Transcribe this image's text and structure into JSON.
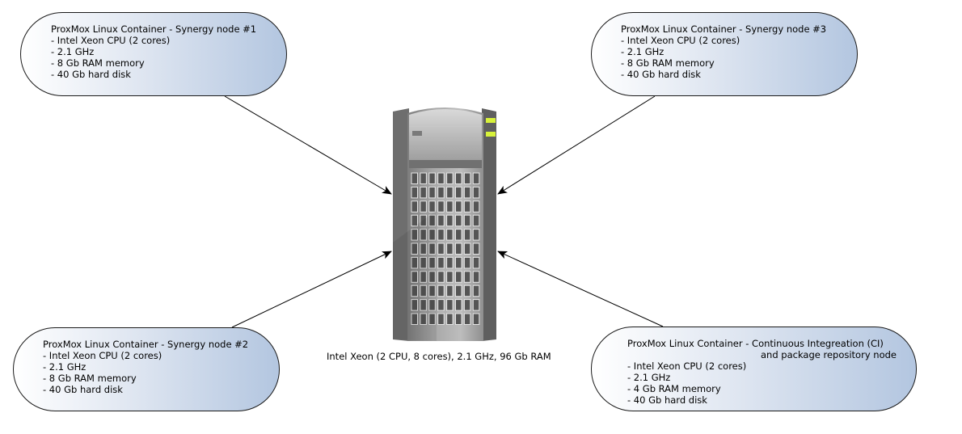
{
  "server": {
    "label": "Intel Xeon (2 CPU, 8 cores), 2.1 GHz, 96 Gb RAM"
  },
  "nodes": [
    {
      "title": "ProxMox Linux Container - Synergy node #1",
      "specs": [
        "- Intel Xeon CPU (2 cores)",
        "- 2.1 GHz",
        "- 8 Gb RAM memory",
        "- 40 Gb hard disk"
      ]
    },
    {
      "title": "ProxMox Linux Container - Synergy node #2",
      "specs": [
        "- Intel Xeon CPU (2 cores)",
        "- 2.1 GHz",
        "- 8 Gb RAM memory",
        "- 40 Gb hard disk"
      ]
    },
    {
      "title": "ProxMox Linux Container - Synergy node #3",
      "specs": [
        "- Intel Xeon CPU (2 cores)",
        "- 2.1 GHz",
        "- 8 Gb RAM memory",
        "- 40 Gb hard disk"
      ]
    },
    {
      "title": "ProxMox Linux Container - Continuous Integreation (CI)",
      "title_cont": "and package repository node",
      "specs": [
        "- Intel Xeon CPU (2 cores)",
        "- 2.1 GHz",
        "- 4 Gb RAM memory",
        "- 40 Gb hard disk"
      ]
    }
  ],
  "colors": {
    "node_fill_light": "#ffffff",
    "node_fill_dark": "#b3c6e0",
    "server_body": "#8a8a8a",
    "server_led": "#d8f23a"
  },
  "icons": {
    "server": "server-tower-icon"
  }
}
